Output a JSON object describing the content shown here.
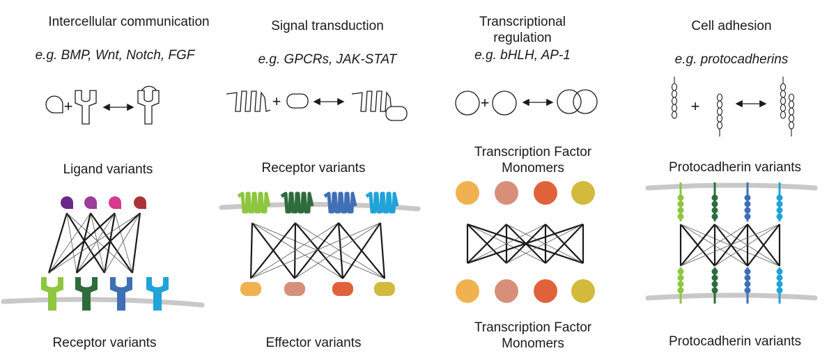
{
  "colors": {
    "ligands": [
      "#6a2a8a",
      "#9b3d99",
      "#d83a8c",
      "#a8343a"
    ],
    "receptors": [
      "#8dc63f",
      "#2e6b3d",
      "#3f6fb5",
      "#1fa3d8"
    ],
    "effectors": [
      "#f0b250",
      "#d88f7a",
      "#e0623a",
      "#d3b93c"
    ],
    "membrane": "#c8c8c8",
    "outline": "#1a1a1a"
  },
  "panels": [
    {
      "title": "Intercellular communication",
      "example": "e.g. BMP, Wnt, Notch, FGF",
      "top_label": "Ligand variants",
      "bottom_label": "Receptor variants"
    },
    {
      "title": "Signal transduction",
      "example": "e.g. GPCRs, JAK-STAT",
      "top_label": "Receptor variants",
      "bottom_label": "Effector variants"
    },
    {
      "title": "Transcriptional regulation",
      "example": "e.g. bHLH, AP-1",
      "top_label": "Transcription Factor Monomers",
      "bottom_label": "Transcription Factor Monomers"
    },
    {
      "title": "Cell adhesion",
      "example": "e.g. protocadherins",
      "top_label": "Protocadherin variants",
      "bottom_label": "Protocadherin variants"
    }
  ],
  "icons": {
    "plus": "+",
    "arrow": "double-arrow-icon"
  }
}
